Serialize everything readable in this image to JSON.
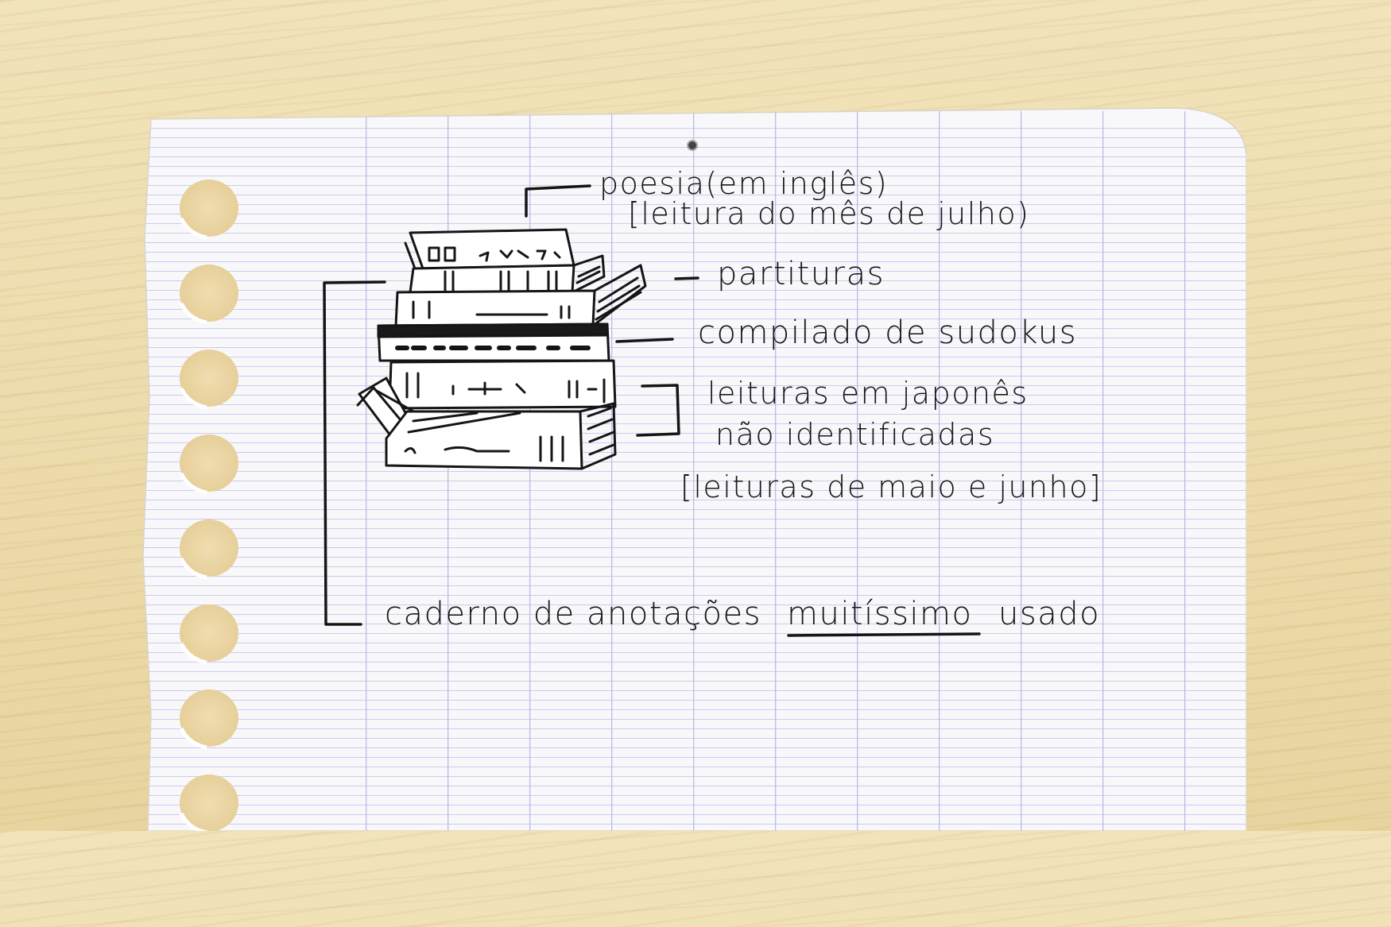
{
  "colors": {
    "desk": "#efdfb2",
    "paper": "#fbfbfd",
    "grid_line": "#b9b4e0",
    "ink": "#161616"
  },
  "labels": {
    "poetry": "poesia(em inglês)",
    "july_reading": "[leitura do mês de julho)",
    "sheet_music": "partituras",
    "sudoku": "compilado de sudokus",
    "japanese_line1": "leituras em japonês",
    "japanese_line2": "não identificadas",
    "may_june": "[leituras de maio e junho]",
    "notebook_prefix": "caderno de anotações",
    "notebook_emphasis": "muitíssimo",
    "notebook_suffix": "usado"
  }
}
